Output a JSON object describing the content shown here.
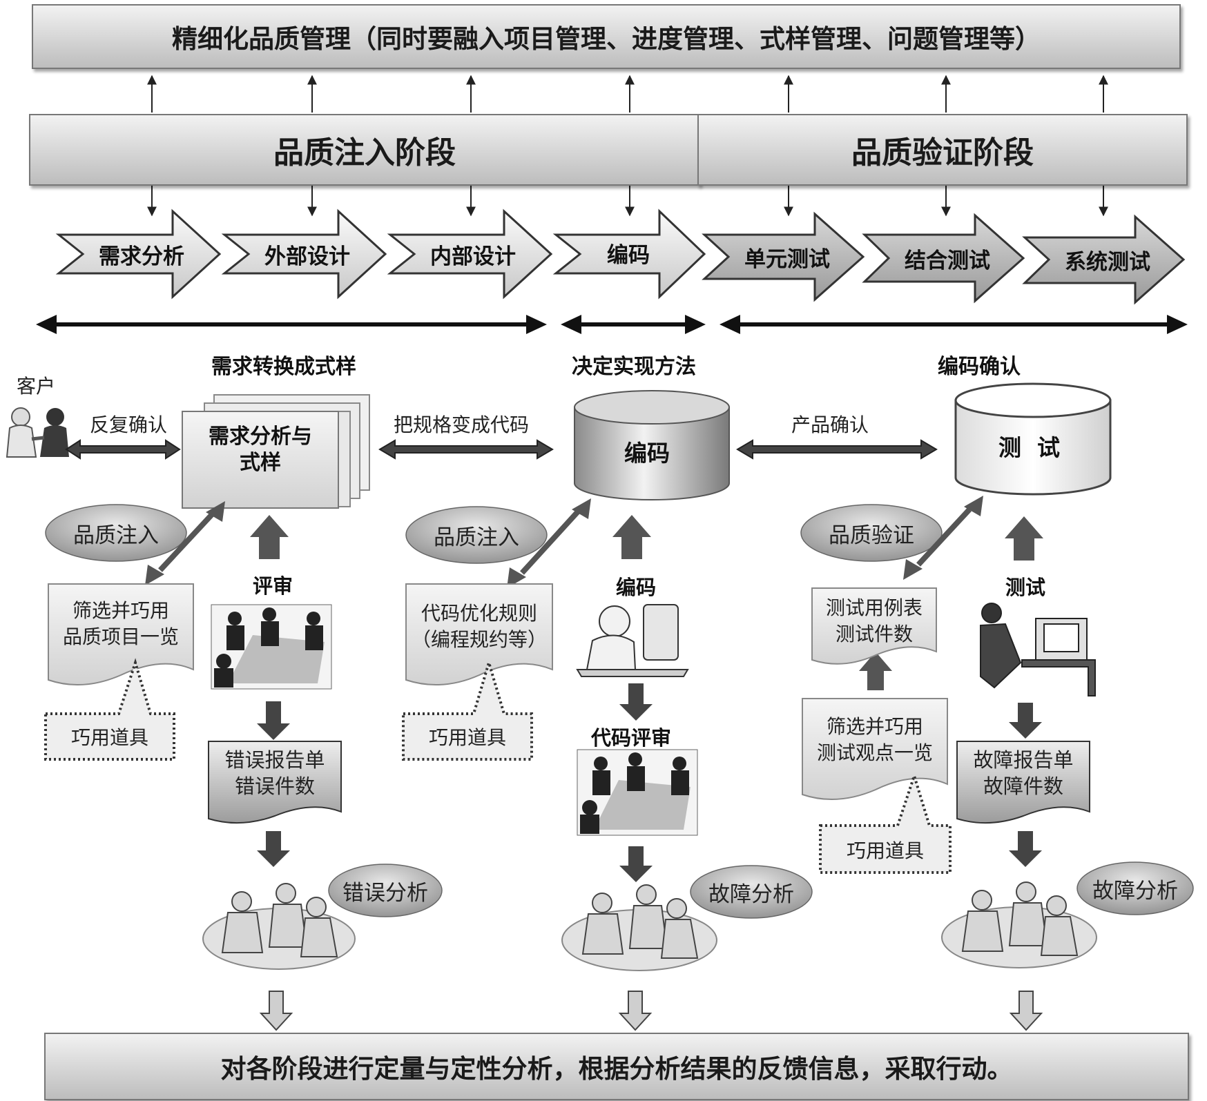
{
  "top_banner": "精细化品质管理（同时要融入项目管理、进度管理、式样管理、问题管理等）",
  "phases": {
    "inject": "品质注入阶段",
    "verify": "品质验证阶段"
  },
  "stages": [
    "需求分析",
    "外部设计",
    "内部设计",
    "编码",
    "单元测试",
    "结合测试",
    "系统测试"
  ],
  "sections": {
    "req": "需求转换成式样",
    "impl": "决定实现方法",
    "confirm": "编码确认"
  },
  "customer": "客户",
  "links": {
    "feedback": "反复确认",
    "spec_to_code": "把规格变成代码",
    "product_confirm": "产品确认"
  },
  "col1": {
    "main_doc": "需求分析与\n式样",
    "oval": "品质注入",
    "list_doc": "筛选并巧用\n品质项目一览",
    "tool": "巧用道具",
    "review": "评审",
    "report": "错误报告单\n错误件数",
    "analysis": "错误分析"
  },
  "col2": {
    "main": "编码",
    "oval": "品质注入",
    "list_doc": "代码优化规则\n（编程规约等）",
    "tool": "巧用道具",
    "coding": "编码",
    "code_review": "代码评审",
    "analysis": "故障分析"
  },
  "col3": {
    "main": "测  试",
    "oval": "品质验证",
    "case_doc": "测试用例表\n测试件数",
    "view_doc": "筛选并巧用\n测试观点一览",
    "tool": "巧用道具",
    "testing": "测试",
    "report": "故障报告单\n故障件数",
    "analysis": "故障分析"
  },
  "bottom_banner": "对各阶段进行定量与定性分析，根据分析结果的反馈信息，采取行动。",
  "colors": {
    "dark_fill": "#6e6e6e",
    "light_fill": "#e6e6e6",
    "border": "#555555"
  }
}
